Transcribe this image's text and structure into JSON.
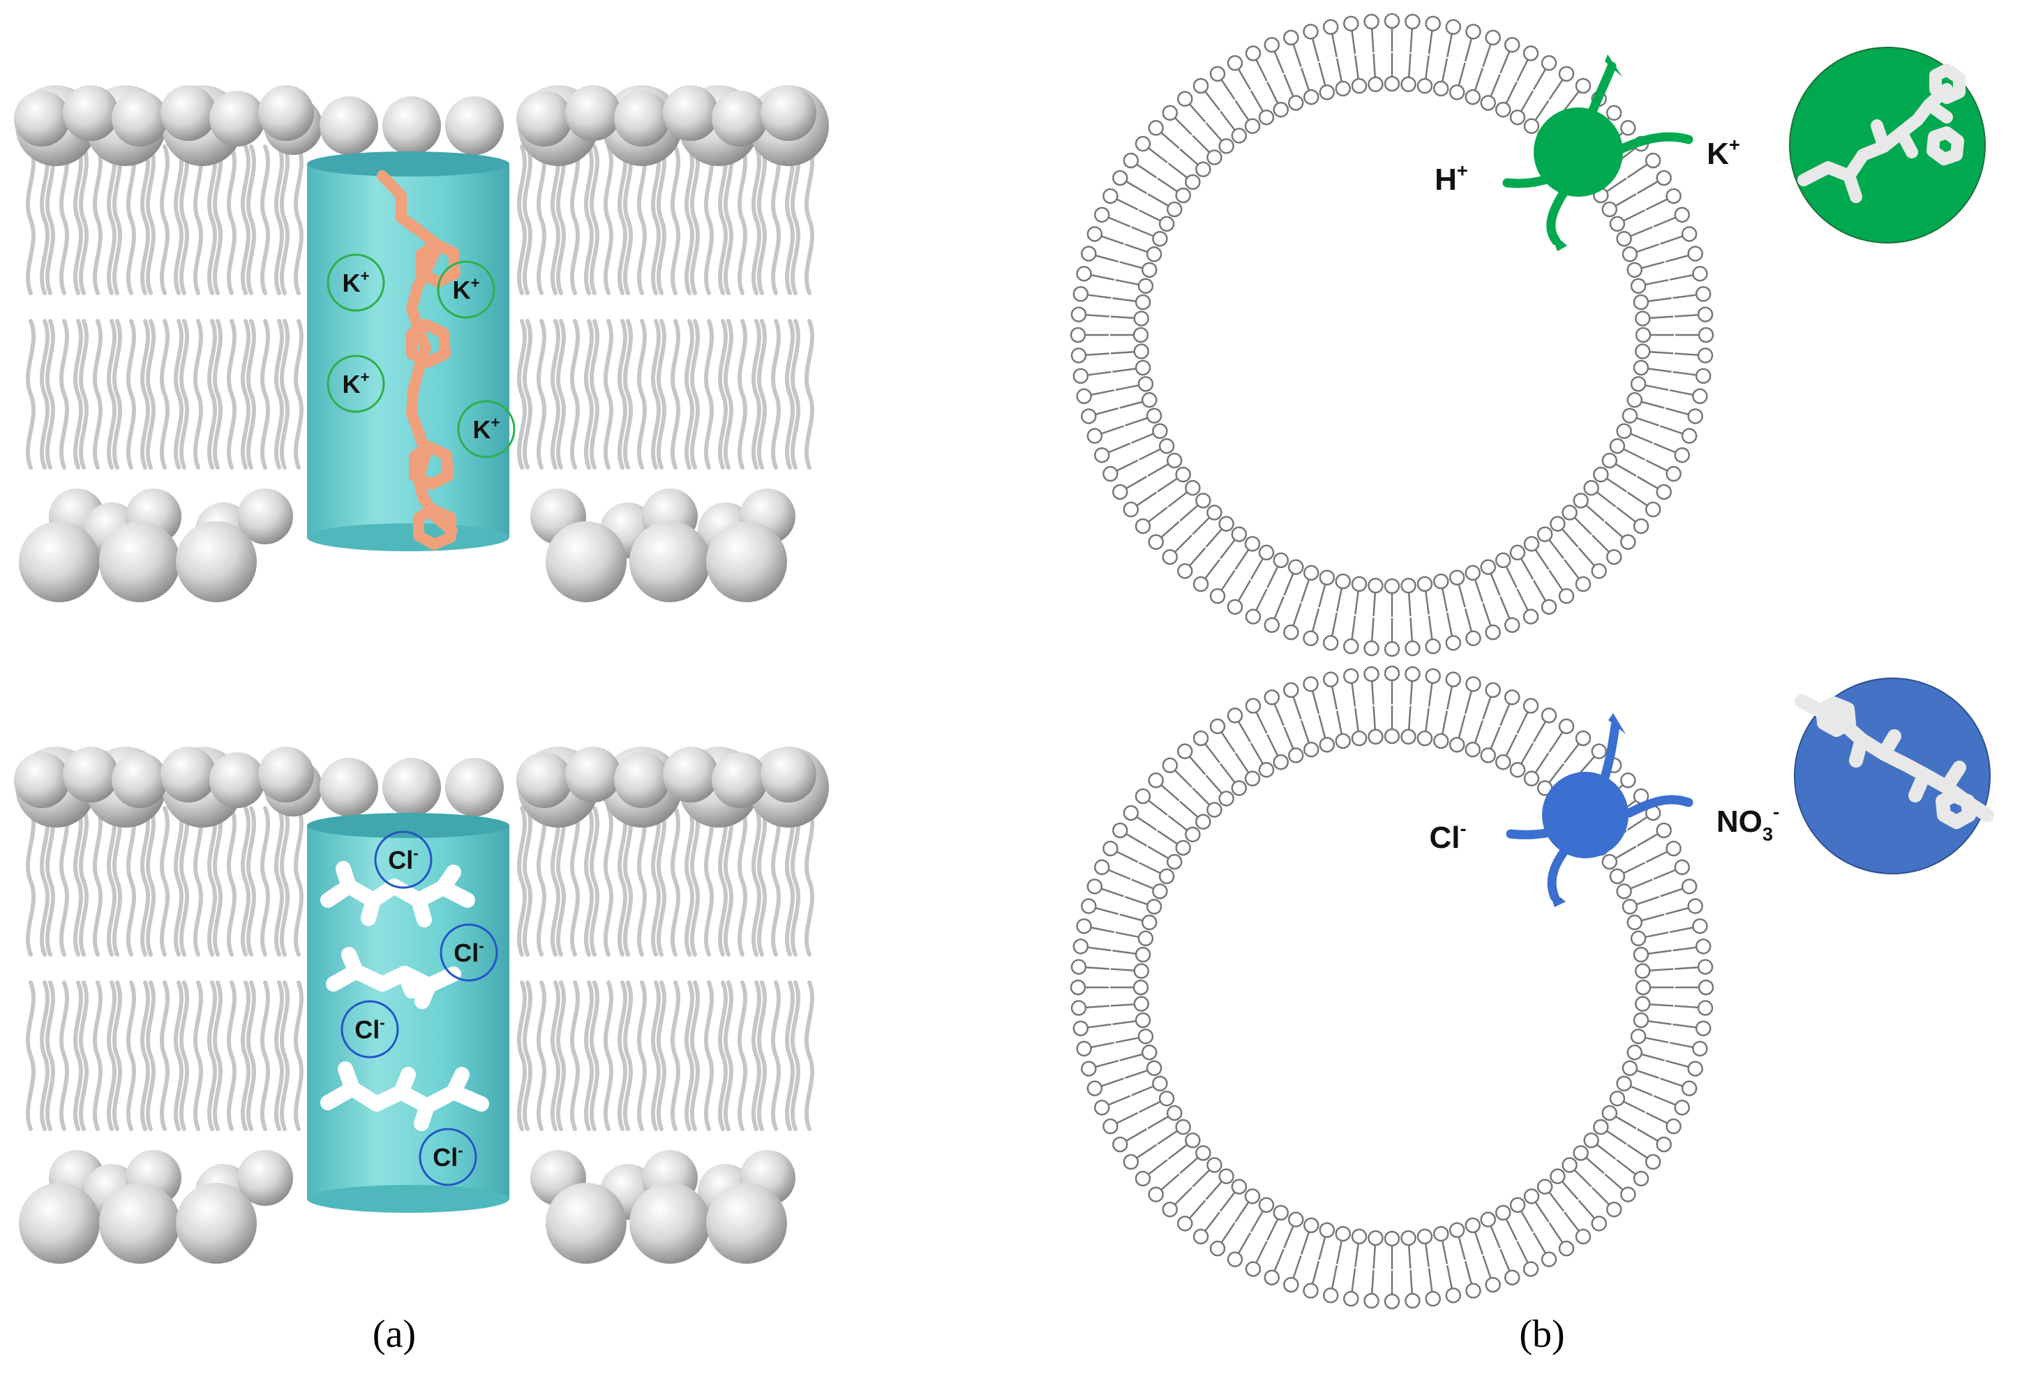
{
  "panel_a": {
    "label": "(a)",
    "top_channel": {
      "ions": [
        "K+",
        "K+",
        "K+",
        "K+"
      ],
      "ion_circle_color": "#2eaf4c",
      "structure_color": "#f0a07a"
    },
    "bottom_channel": {
      "ions": [
        "Cl-",
        "Cl-",
        "Cl-",
        "Cl-"
      ],
      "ion_circle_color": "#2456c8",
      "structure_color": "#ffffff"
    },
    "channel_color": "#6fd0d0",
    "membrane_color": "#c8c8c8"
  },
  "panel_b": {
    "label": "(b)",
    "top_vesicle": {
      "carrier_color": "#00a94f",
      "left_ion": "H+",
      "right_ion": "K+",
      "inset_color": "#00a94f"
    },
    "bottom_vesicle": {
      "carrier_color": "#3b6fd0",
      "left_ion": "Cl-",
      "right_ion": "NO3-",
      "inset_color": "#4472c4"
    }
  }
}
